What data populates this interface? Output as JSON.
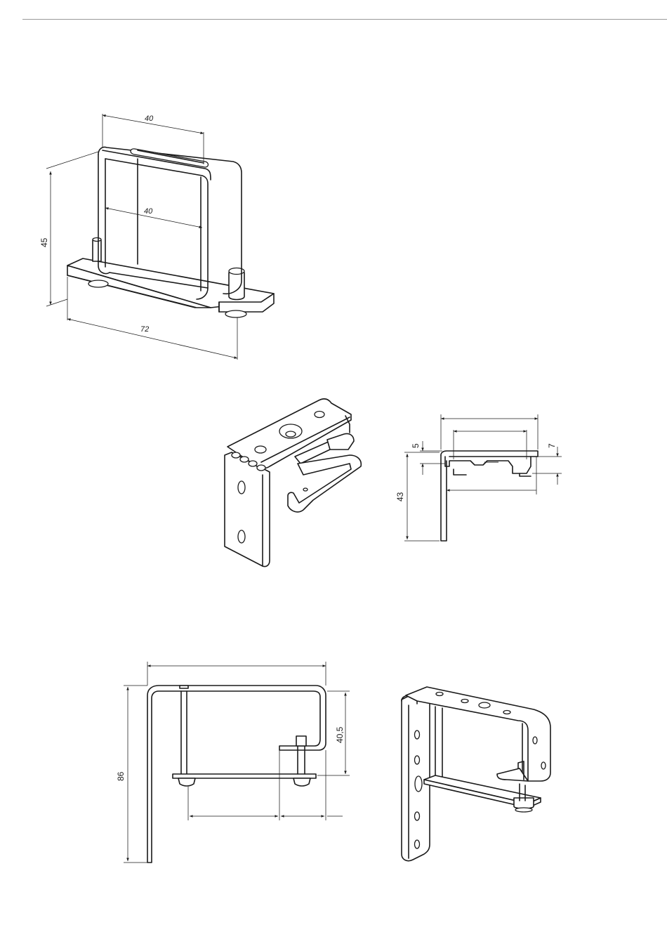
{
  "colors": {
    "line": "#1a1a1a",
    "rule": "#9a9a9a",
    "background": "#ffffff"
  },
  "figures": {
    "fig1": {
      "dims": {
        "top_width": "40",
        "inner_width": "40",
        "height": "45",
        "length": "72"
      }
    },
    "fig3": {
      "dims": {
        "flange": "5",
        "lip": "7",
        "height": "43"
      }
    },
    "fig4": {
      "dims": {
        "height": "86",
        "gap": "40,5"
      }
    }
  }
}
